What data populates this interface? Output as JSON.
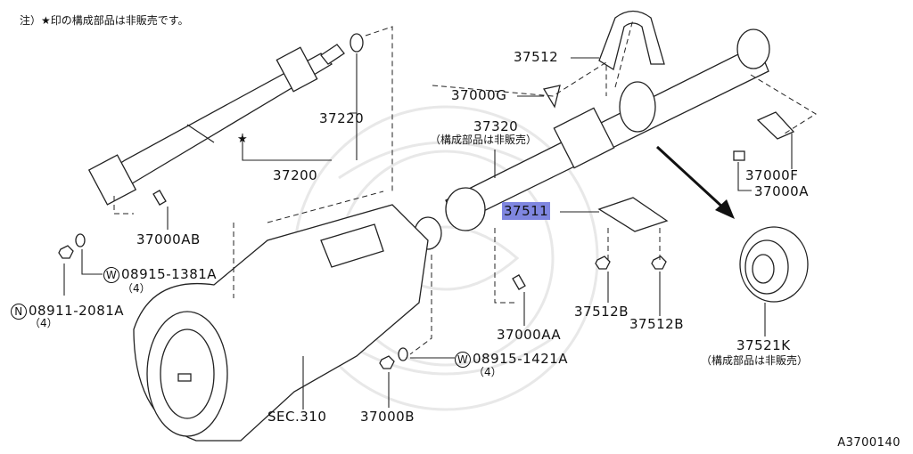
{
  "note": "注）★印の構成部品は非販売です。",
  "figure_id": "A3700140",
  "highlight_color": "#7f86e0",
  "labels": {
    "p37512_top": "37512",
    "p37000G": "37000G",
    "p37220": "37220",
    "p37320": "37320",
    "p37320_sub": "（構成部品は非販売）",
    "p37200": "37200",
    "p37000F": "37000F",
    "p37000A": "37000A",
    "p37000AB": "37000AB",
    "p37511": "37511",
    "w08915_1381A": "08915-1381A",
    "w08915_1381A_qty": "（4）",
    "n08911_2081A": "08911-2081A",
    "n08911_2081A_qty": "（4）",
    "p37512B_1": "37512B",
    "p37512B_2": "37512B",
    "p37521K": "37521K",
    "p37521K_sub": "（構成部品は非販売）",
    "p37000AA": "37000AA",
    "w08915_1421A": "08915-1421A",
    "w08915_1421A_qty": "（4）",
    "sec310": "SEC.310",
    "p37000B": "37000B"
  },
  "symbols": {
    "star": "★",
    "washer_mark": "W",
    "nut_mark": "N"
  }
}
